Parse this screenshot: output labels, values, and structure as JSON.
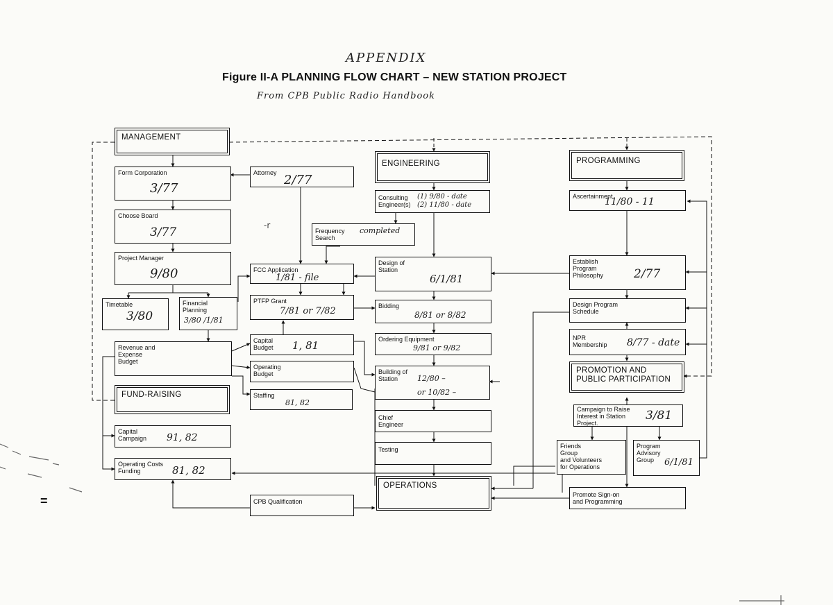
{
  "header": {
    "handwritten_top": "APPENDIX",
    "title": "Figure II-A PLANNING FLOW CHART – NEW STATION PROJECT",
    "handwritten_source": "From CPB Public Radio Handbook"
  },
  "nodes": {
    "management": {
      "label": "MANAGEMENT"
    },
    "engineering": {
      "label": "ENGINEERING"
    },
    "programming": {
      "label": "PROGRAMMING"
    },
    "fund_raising": {
      "label": "FUND-RAISING"
    },
    "operations": {
      "label": "OPERATIONS"
    },
    "promotion": {
      "label": "PROMOTION AND\nPUBLIC PARTICIPATION"
    },
    "form_corporation": {
      "label": "Form Corporation",
      "note": "3/77"
    },
    "attorney": {
      "label": "Attorney",
      "note": "2/77"
    },
    "choose_board": {
      "label": "Choose Board",
      "note": "3/77"
    },
    "project_manager": {
      "label": "Project Manager",
      "note": "9/80"
    },
    "timetable": {
      "label": "Timetable",
      "note": "3/80"
    },
    "financial_planning": {
      "label": "Financial\nPlanning",
      "note": "3/80 /1/81"
    },
    "revenue_budget": {
      "label": "Revenue and\nExpense\nBudget"
    },
    "capital_campaign": {
      "label": "Capital\nCampaign",
      "note": "91, 82"
    },
    "operating_costs": {
      "label": "Operating Costs\nFunding",
      "note": "81, 82"
    },
    "fcc_application": {
      "label": "FCC Application",
      "note": "1/81 - file"
    },
    "ptfp_grant": {
      "label": "PTFP Grant",
      "note": "7/81 or 7/82"
    },
    "capital_budget": {
      "label": "Capital\nBudget",
      "note": "1, 81"
    },
    "operating_budget": {
      "label": "Operating\nBudget"
    },
    "staffing": {
      "label": "Staffing",
      "note": "81, 82"
    },
    "cpb_qualification": {
      "label": "CPB Qualification"
    },
    "frequency_search": {
      "label": "Frequency\nSearch",
      "note": "completed"
    },
    "consulting_engineer": {
      "label": "Consulting\nEngineer(s)",
      "note": "(1) 9/80 - date\n(2) 11/80 - date"
    },
    "design_station": {
      "label": "Design of\nStation",
      "note": "6/1/81"
    },
    "bidding": {
      "label": "Bidding",
      "note": "8/81 or 8/82"
    },
    "ordering_equipment": {
      "label": "Ordering Equipment",
      "note": "9/81 or 9/82"
    },
    "building_station": {
      "label": "Building of\nStation",
      "note": "12/80 –\nor 10/82 –"
    },
    "chief_engineer": {
      "label": "Chief\nEngineer"
    },
    "testing": {
      "label": "Testing"
    },
    "ascertainment": {
      "label": "Ascertainment",
      "note": "11/80 - 11"
    },
    "program_philosophy": {
      "label": "Establish\nProgram\nPhilosophy",
      "note": "2/77"
    },
    "design_program_schedule": {
      "label": "Design Program\nSchedule"
    },
    "npr_membership": {
      "label": "NPR\nMembership",
      "note": "8/77 - date"
    },
    "campaign_raise": {
      "label": "Campaign to Raise\nInterest in Station\nProject.",
      "note": "3/81"
    },
    "friends_group": {
      "label": "Friends\nGroup\nand Volunteers\nfor Operations"
    },
    "program_advisory": {
      "label": "Program\nAdvisory\nGroup",
      "note": "6/1/81"
    },
    "promote_signon": {
      "label": "Promote Sign-on\nand Programming"
    }
  },
  "margin_marks": {
    "equals_mark": "="
  }
}
